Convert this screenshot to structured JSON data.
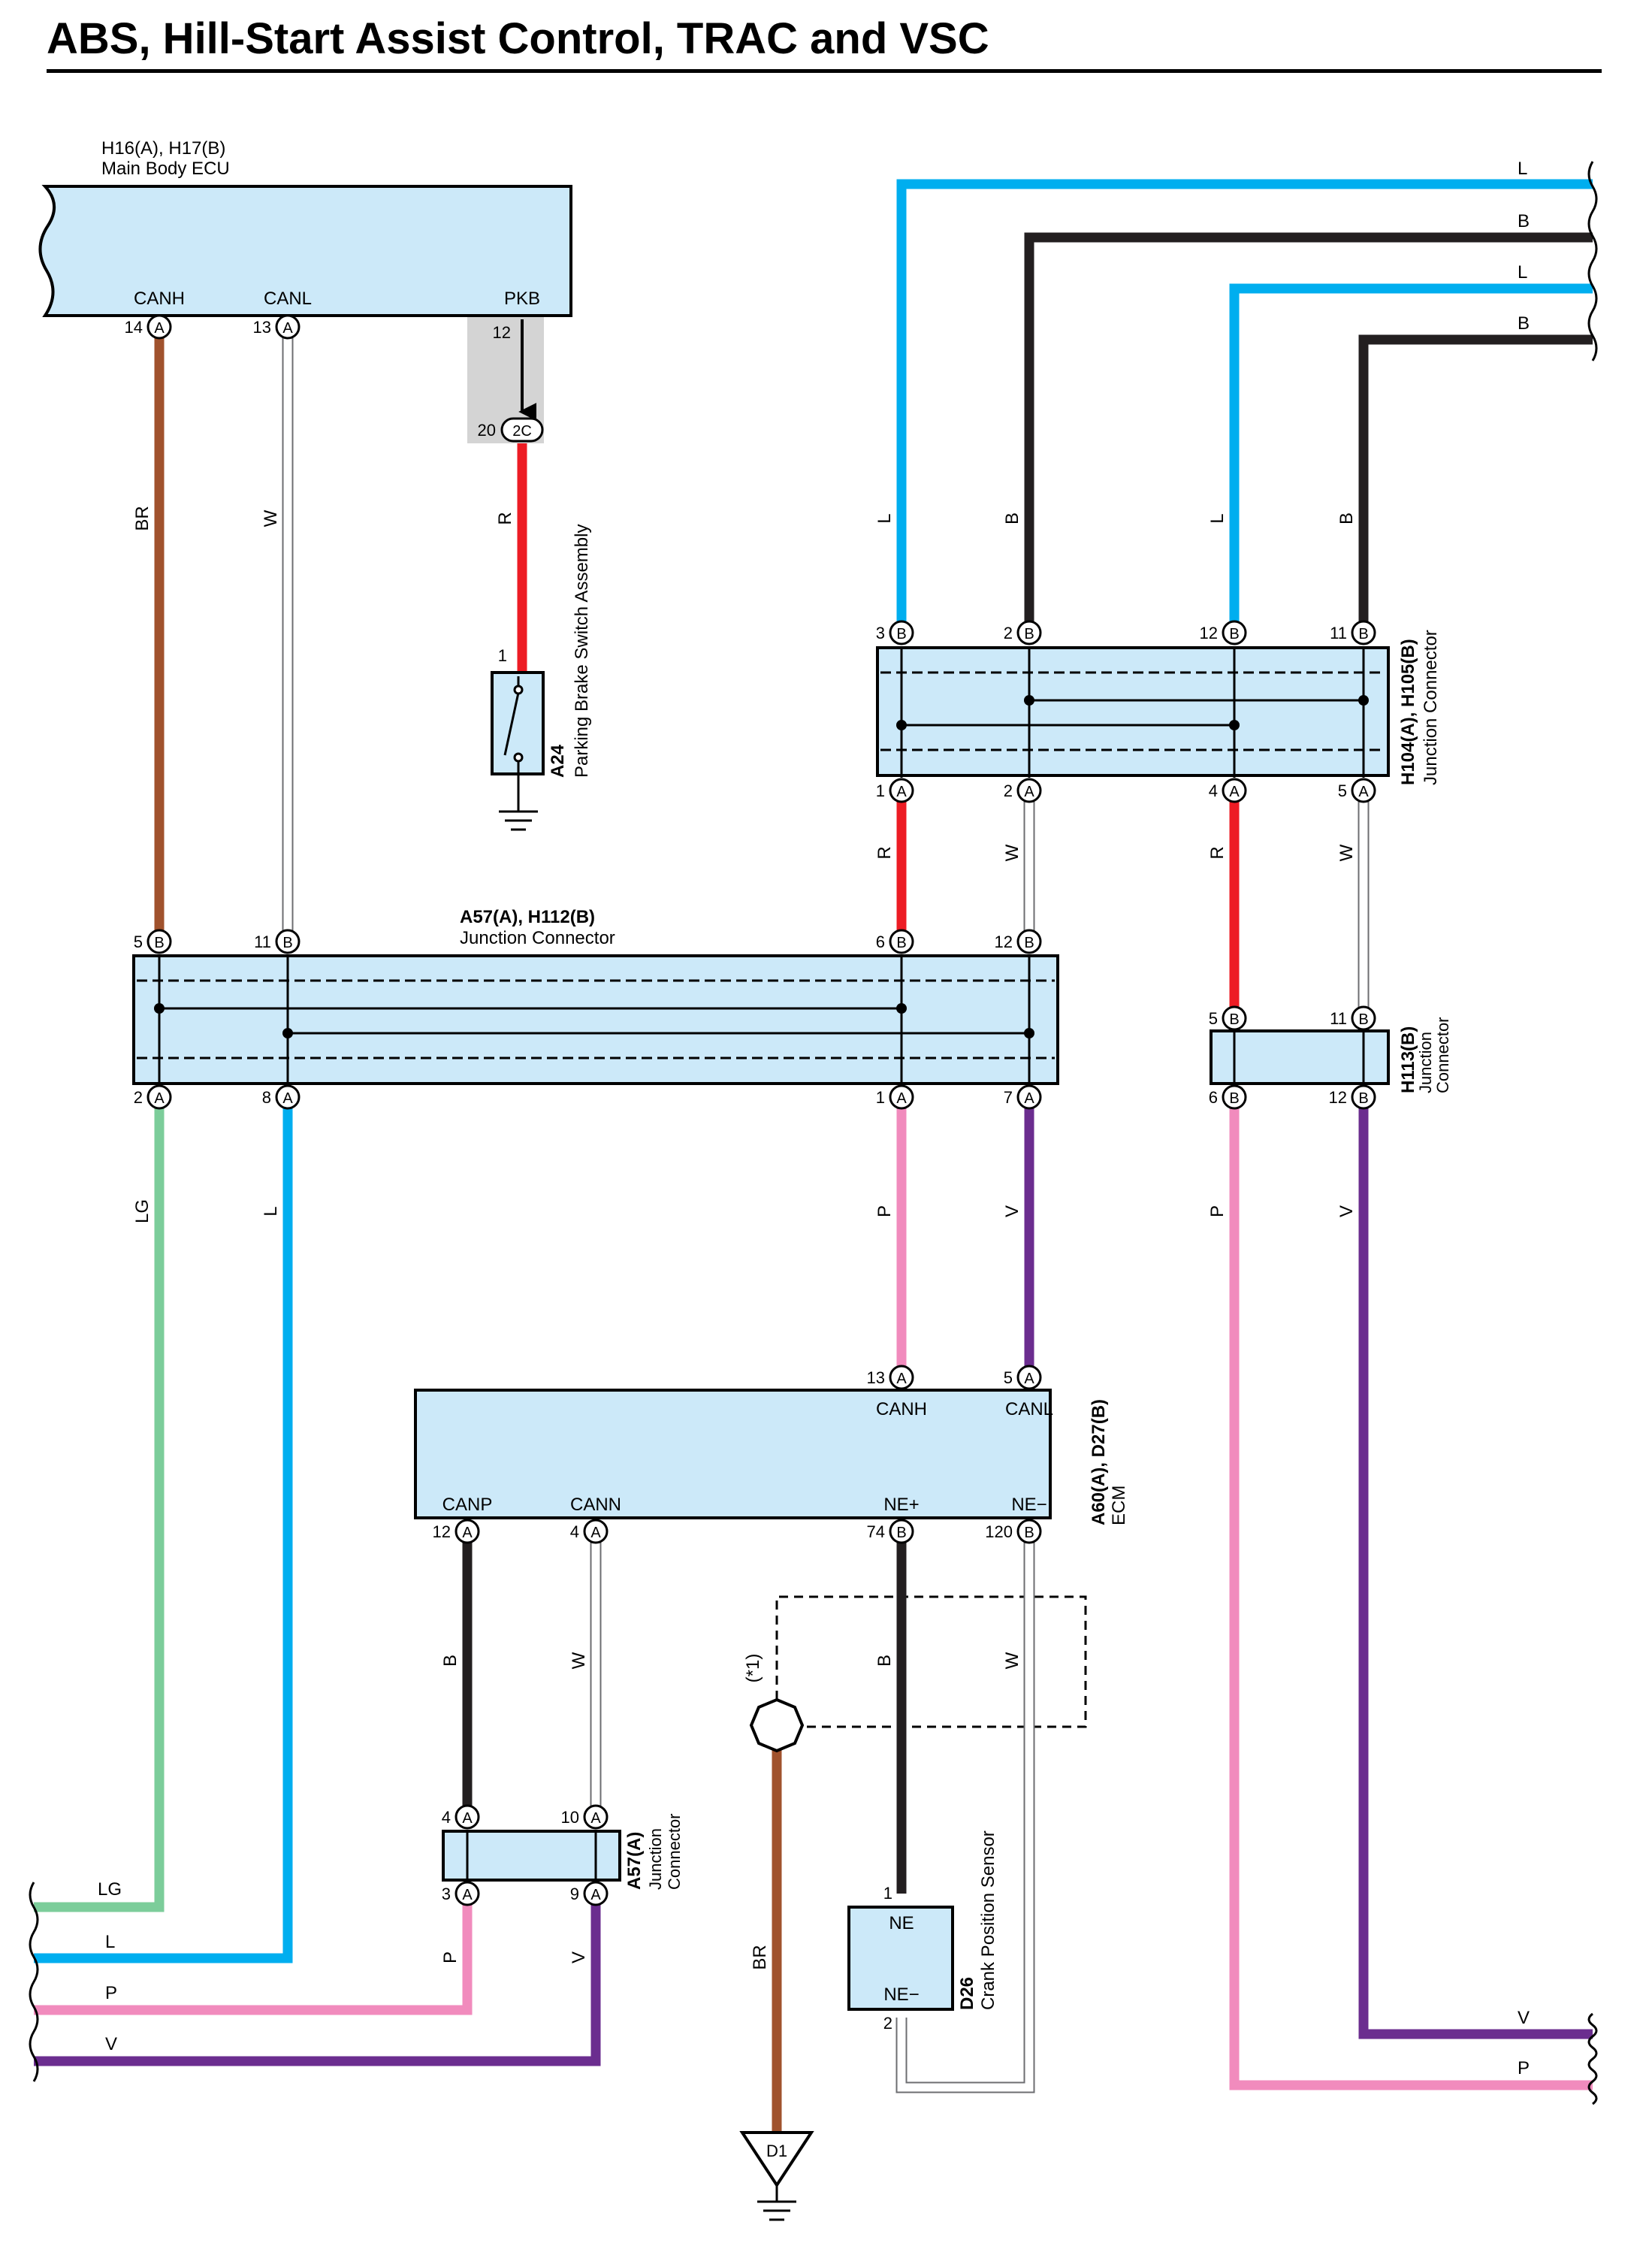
{
  "title": "ABS, Hill-Start Assist Control, TRAC and VSC",
  "colors": {
    "L": "#00aeef",
    "B": "#231f20",
    "R": "#ed1c24",
    "W": "#ffffff",
    "BR": "#a0522d",
    "LG": "#7ccd9a",
    "P": "#f18bbd",
    "V": "#6b2d8f",
    "component_fill": "#cce9f9",
    "shield_fill": "#d4d4d4"
  },
  "components": {
    "main_body_ecu": {
      "code": "H16(A), H17(B)",
      "name": "Main Body ECU",
      "pins": [
        "CANH",
        "CANL",
        "PKB"
      ]
    },
    "parking_switch": {
      "code": "A24",
      "name": "Parking Brake Switch Assembly"
    },
    "jc_upper": {
      "code": "H104(A), H105(B)",
      "name": "Junction Connector"
    },
    "jc_main": {
      "code": "A57(A), H112(B)",
      "name": "Junction Connector"
    },
    "jc_small": {
      "code": "H113(B)",
      "name1": "Junction",
      "name2": "Connector"
    },
    "ecm": {
      "code": "A60(A), D27(B)",
      "name": "ECM",
      "pins_top": [
        "CANH",
        "CANL"
      ],
      "pins_bottom": [
        "CANP",
        "CANN",
        "NE+",
        "NE−"
      ]
    },
    "jc_a57": {
      "code": "A57(A)",
      "name1": "Junction",
      "name2": "Connector"
    },
    "crank_sensor": {
      "code": "D26",
      "name": "Crank Position Sensor",
      "pin_top": "NE",
      "pin_bottom": "NE−"
    },
    "shield_note": "(*1)",
    "ground_d1": "D1"
  },
  "pins": {
    "ecu_canh": {
      "num": "14",
      "conn": "A"
    },
    "ecu_canl": {
      "num": "13",
      "conn": "A"
    },
    "ecu_pkb": {
      "num": "12"
    },
    "ecu_pkb_2c": {
      "num": "20",
      "conn": "2C"
    },
    "psw_1": {
      "num": "1"
    },
    "jcu_3": {
      "num": "3",
      "conn": "B"
    },
    "jcu_2": {
      "num": "2",
      "conn": "B"
    },
    "jcu_12": {
      "num": "12",
      "conn": "B"
    },
    "jcu_11": {
      "num": "11",
      "conn": "B"
    },
    "jcu_b1": {
      "num": "1",
      "conn": "A"
    },
    "jcu_b2": {
      "num": "2",
      "conn": "A"
    },
    "jcu_b4": {
      "num": "4",
      "conn": "A"
    },
    "jcu_b5": {
      "num": "5",
      "conn": "A"
    },
    "jcm_5": {
      "num": "5",
      "conn": "B"
    },
    "jcm_11": {
      "num": "11",
      "conn": "B"
    },
    "jcm_6": {
      "num": "6",
      "conn": "B"
    },
    "jcm_12": {
      "num": "12",
      "conn": "B"
    },
    "jcm_b2": {
      "num": "2",
      "conn": "A"
    },
    "jcm_b8": {
      "num": "8",
      "conn": "A"
    },
    "jcm_b1": {
      "num": "1",
      "conn": "A"
    },
    "jcm_b7": {
      "num": "7",
      "conn": "A"
    },
    "jcs_5": {
      "num": "5",
      "conn": "B"
    },
    "jcs_11": {
      "num": "11",
      "conn": "B"
    },
    "jcs_6": {
      "num": "6",
      "conn": "B"
    },
    "jcs_12": {
      "num": "12",
      "conn": "B"
    },
    "ecm_13": {
      "num": "13",
      "conn": "A"
    },
    "ecm_5": {
      "num": "5",
      "conn": "A"
    },
    "ecm_12": {
      "num": "12",
      "conn": "A"
    },
    "ecm_4": {
      "num": "4",
      "conn": "A"
    },
    "ecm_74": {
      "num": "74",
      "conn": "B"
    },
    "ecm_120": {
      "num": "120",
      "conn": "B"
    },
    "a57_4": {
      "num": "4",
      "conn": "A"
    },
    "a57_10": {
      "num": "10",
      "conn": "A"
    },
    "a57_3": {
      "num": "3",
      "conn": "A"
    },
    "a57_9": {
      "num": "9",
      "conn": "A"
    },
    "crank_1": {
      "num": "1"
    },
    "crank_2": {
      "num": "2"
    }
  },
  "wire_labels": {
    "w_br1": "BR",
    "w_w1": "W",
    "w_r1": "R",
    "w_l1": "L",
    "w_b1": "B",
    "w_l2": "L",
    "w_b2": "B",
    "w_r2": "R",
    "w_w2": "W",
    "w_r3": "R",
    "w_w3": "W",
    "w_lg": "LG",
    "w_l3": "L",
    "w_p1": "P",
    "w_v1": "V",
    "w_p2": "P",
    "w_v2": "V",
    "w_b3": "B",
    "w_w4": "W",
    "w_b4": "B",
    "w_w5": "W",
    "w_p3": "P",
    "w_v3": "V",
    "w_br2": "BR",
    "e_l1": "L",
    "e_b1": "B",
    "e_l2": "L",
    "e_b2": "B",
    "e_lg": "LG",
    "e_l3": "L",
    "e_p1": "P",
    "e_v1": "V",
    "e_v2": "V",
    "e_p2": "P"
  }
}
